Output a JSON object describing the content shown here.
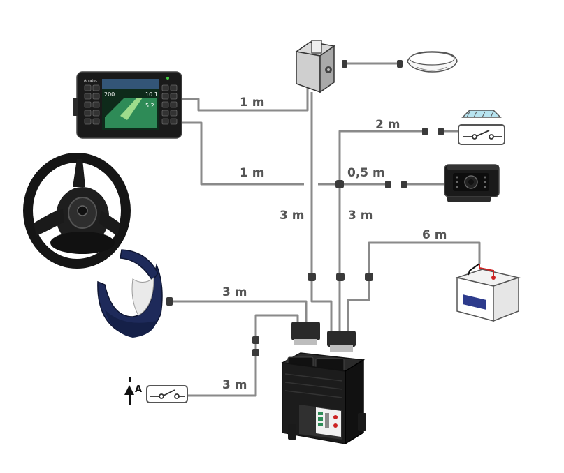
{
  "diagram": {
    "cable_lengths": {
      "terminal_to_gnss": "1 m",
      "terminal_to_ecu": "1 m",
      "gnss_to_ecu": "3 m",
      "boom_switch": "2 m",
      "camera": "0,5 m",
      "camera_to_ecu": "3 m",
      "battery": "6 m",
      "steering_motor": "3 m",
      "auto_switch": "3 m"
    },
    "terminal": {
      "brand": "Arvatec",
      "screen_values": [
        "200",
        "10.1",
        "5.2"
      ]
    },
    "auto_switch_letter": "A",
    "colors": {
      "cable": "#8a8a8a",
      "label": "#555555",
      "device_dark": "#1a1a1a",
      "screen_green": "#2e8b57",
      "steering_blue": "#1e2a5a",
      "battery_red": "#cc2222"
    }
  }
}
